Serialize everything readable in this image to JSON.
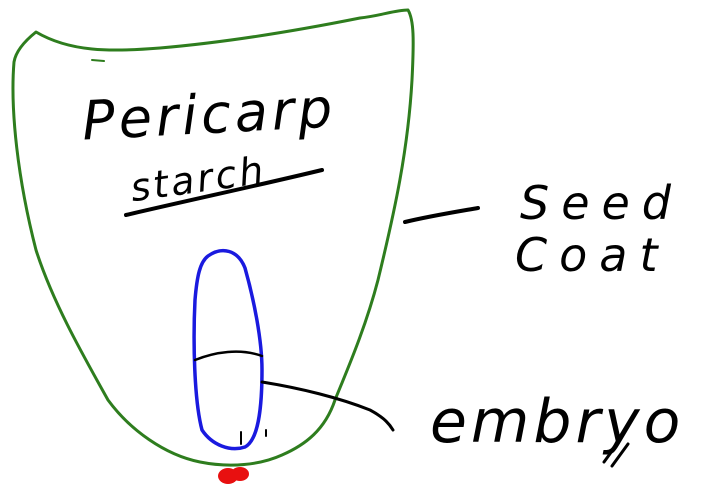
{
  "labels": {
    "pericarp": "Pericarp",
    "starch": "starch",
    "seed": "Seed",
    "coat": "Coat",
    "embryo": "embryo"
  },
  "colors": {
    "seed_outline": "#2e7d1e",
    "embryo_outline": "#1a1adf",
    "tip": "#e81010",
    "ink": "#000000"
  }
}
